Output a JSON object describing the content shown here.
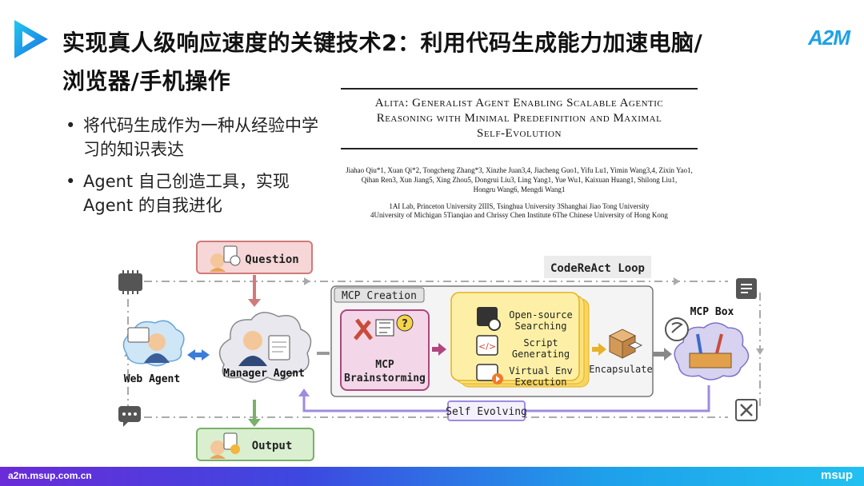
{
  "slide": {
    "title_line1": "实现真人级响应速度的关键技术2：利用代码生成能力加速电脑/",
    "title_line2": "浏览器/手机操作",
    "brand": "A2M"
  },
  "bullets": [
    "将代码生成作为一种从经验中学习的知识表达",
    "Agent 自己创造工具，实现 Agent 的自我进化"
  ],
  "paper": {
    "title_line1": "Alita: Generalist Agent Enabling Scalable Agentic",
    "title_line2": "Reasoning with Minimal Predefinition and Maximal",
    "title_line3": "Self-Evolution",
    "authors_line1": "Jiahao Qiu*1, Xuan Qi*2, Tongcheng Zhang*3, Xinzhe Juan3,4, Jiacheng Guo1, Yifu Lu1, Yimin Wang3,4, Zixin Yao1,",
    "authors_line2": "Qihan Ren3, Xun Jiang5, Xing Zhou5, Dongrui Liu3, Ling Yang1, Yue Wu1, Kaixuan Huang1, Shilong Liu1,",
    "authors_line3": "Hongru Wang6, Mengdi Wang1",
    "aff_line1": "1AI Lab, Princeton University   2IIIS, Tsinghua University   3Shanghai Jiao Tong University",
    "aff_line2": "4University of Michigan   5Tianqiao and Chrissy Chen Institute   6The Chinese University of Hong Kong"
  },
  "diagram": {
    "question": "Question",
    "output": "Output",
    "web_agent": "Web Agent",
    "manager_agent": "Manager Agent",
    "codereact_loop": "CodeReAct Loop",
    "mcp_creation": "MCP Creation",
    "mcp_brainstorming_1": "MCP",
    "mcp_brainstorming_2": "Brainstorming",
    "open_source_1": "Open-source",
    "open_source_2": "Searching",
    "script_1": "Script",
    "script_2": "Generating",
    "venv_1": "Virtual Env",
    "venv_2": "Execution",
    "encapsulate": "Encapsulate",
    "mcp_box": "MCP Box",
    "self_evolving": "Self Evolving"
  },
  "footer": {
    "url": "a2m.msup.com.cn",
    "logo": "msup"
  },
  "colors": {
    "accent_blue": "#1da1e6",
    "question_fill": "#f6d6d6",
    "output_fill": "#d9efd0",
    "creation_fill": "#f2f2f2",
    "brainstorm_fill": "#f3d7e8",
    "yellow_fill": "#fdf0a6",
    "purple_line": "#9f8be0"
  }
}
